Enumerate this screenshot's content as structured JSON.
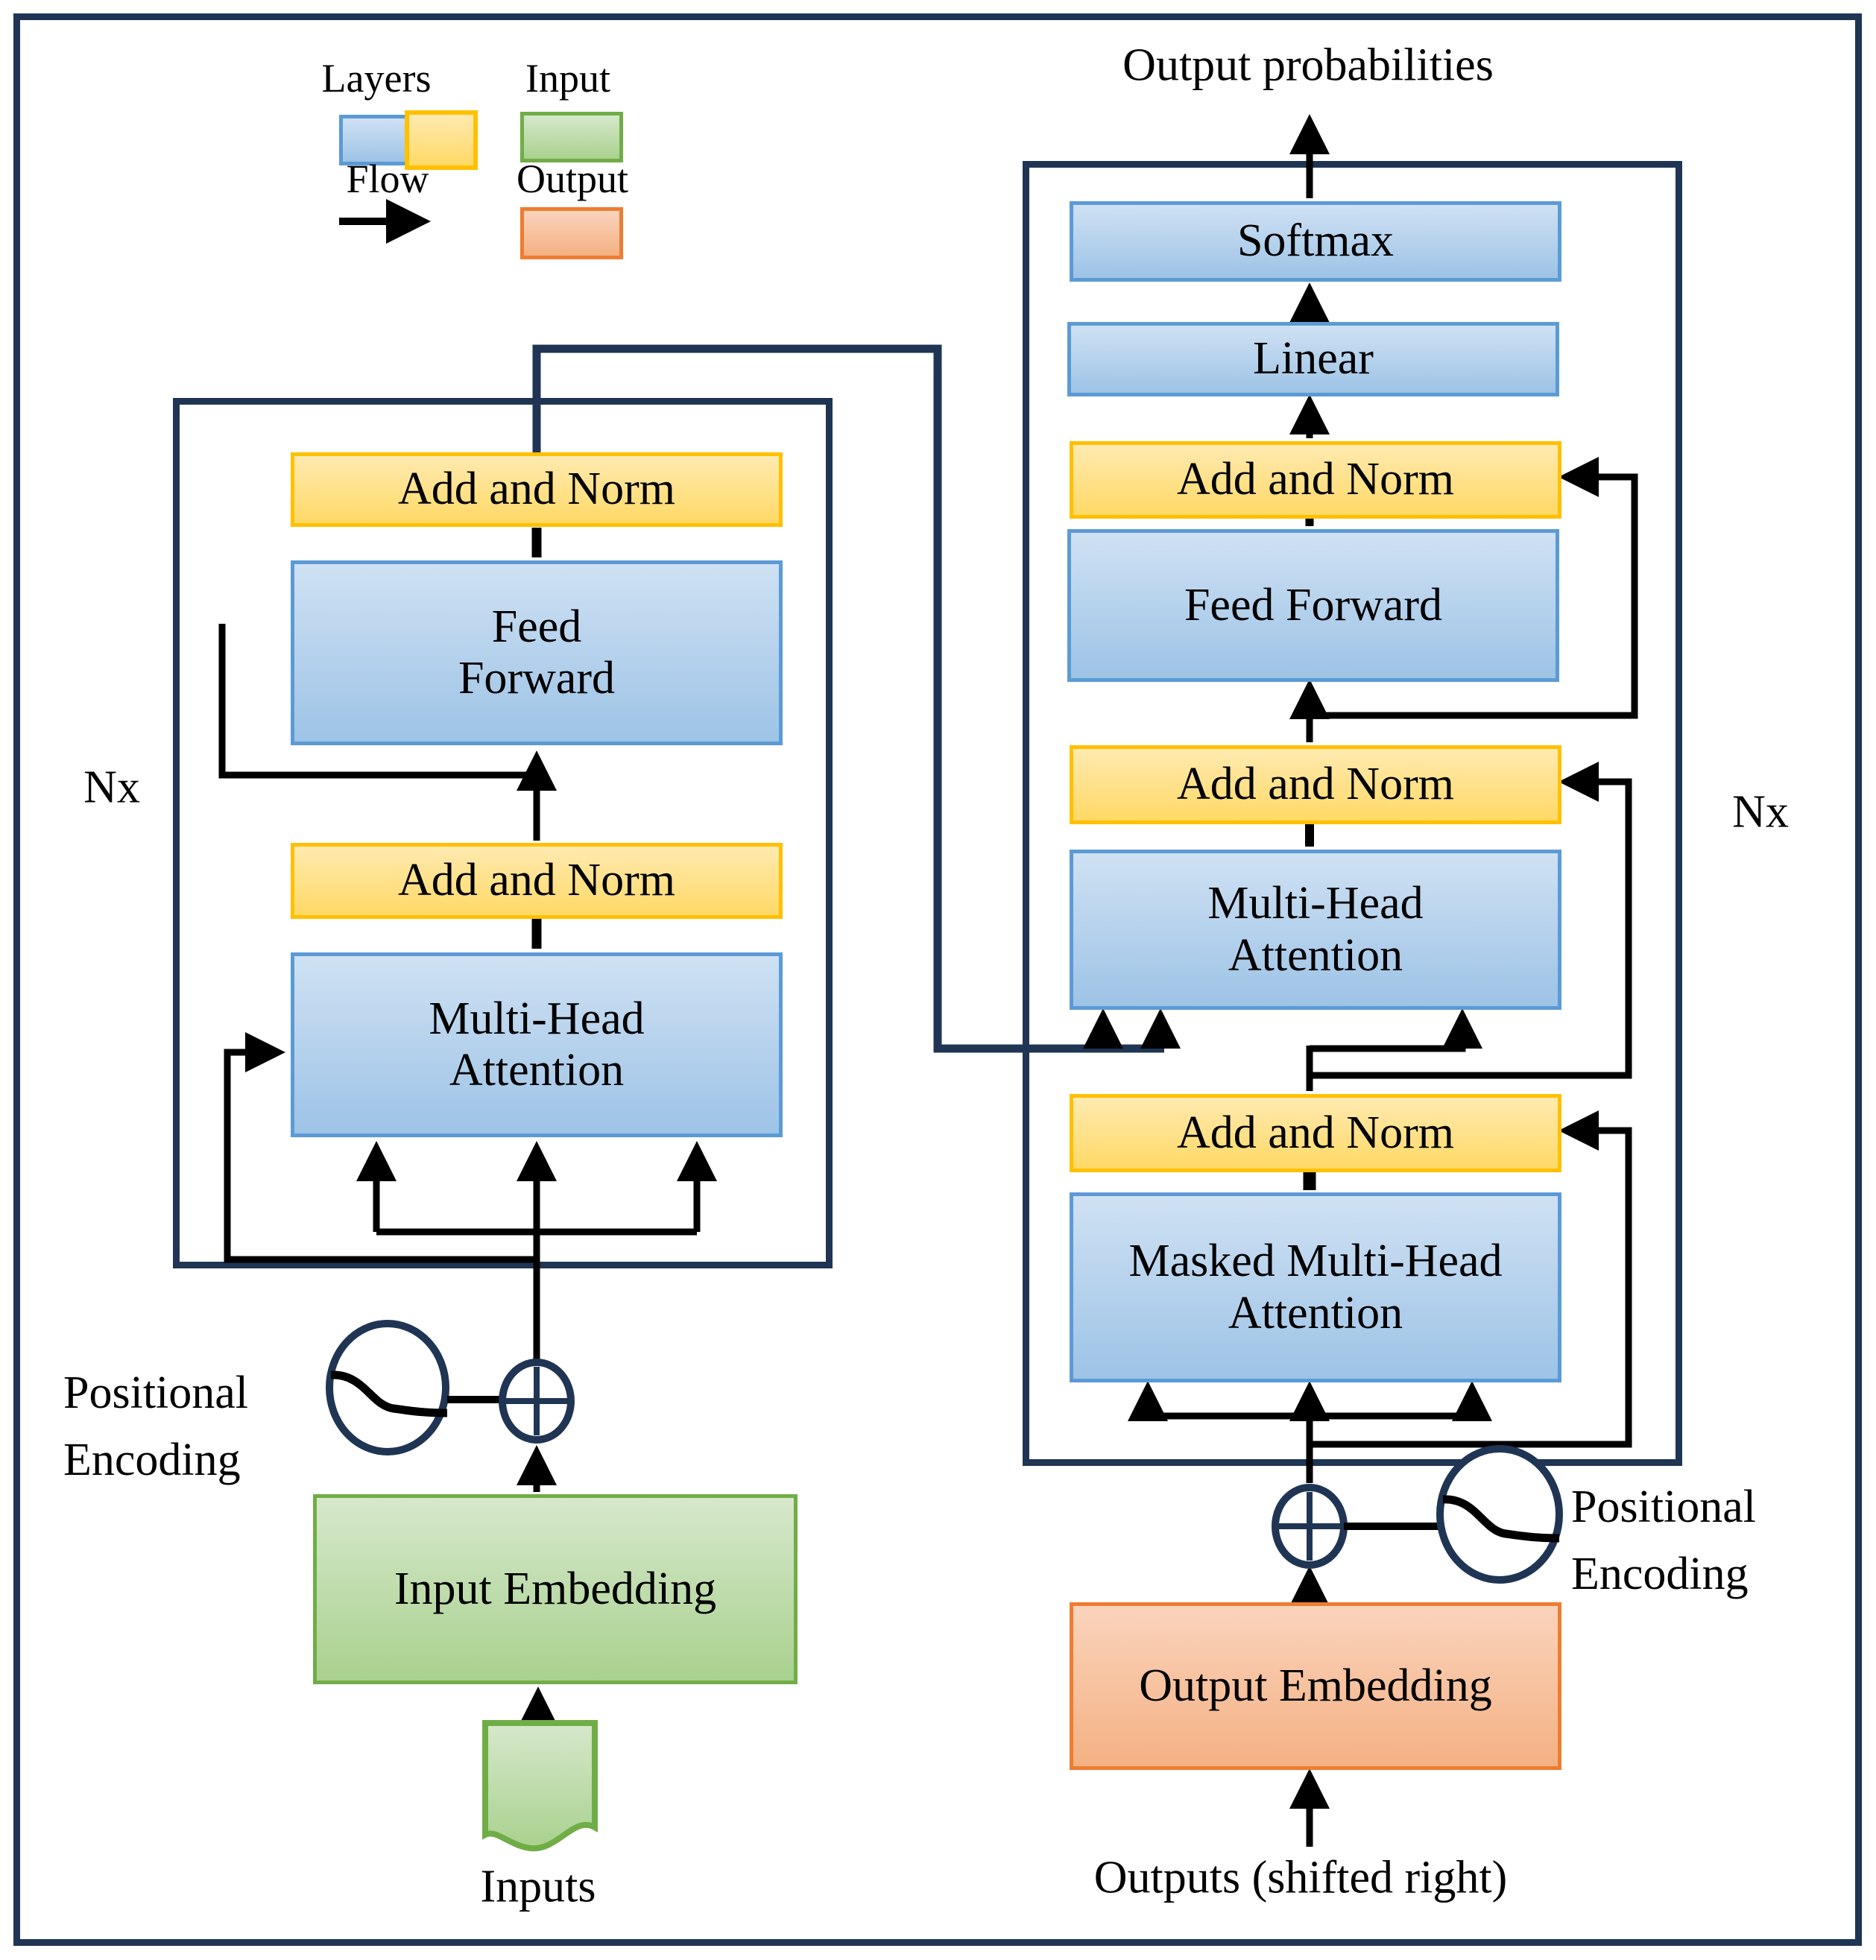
{
  "legend": {
    "layers_label": "Layers",
    "flow_label": "Flow",
    "input_label": "Input",
    "output_label": "Output"
  },
  "top": {
    "output_probabilities": "Output probabilities"
  },
  "encoder": {
    "nx": "Nx",
    "add_norm_top": "Add and Norm",
    "feed_forward_line1": "Feed",
    "feed_forward_line2": "Forward",
    "add_norm_bottom": "Add and Norm",
    "mha_line1": "Multi-Head",
    "mha_line2": "Attention",
    "positional_line1": "Positional",
    "positional_line2": "Encoding",
    "embedding": "Input Embedding",
    "inputs": "Inputs"
  },
  "decoder": {
    "nx": "Nx",
    "softmax": "Softmax",
    "linear": "Linear",
    "add_norm_a": "Add and Norm",
    "feed_forward": "Feed Forward",
    "add_norm_b": "Add and Norm",
    "mha_line1": "Multi-Head",
    "mha_line2": "Attention",
    "add_norm_c": "Add and Norm",
    "masked_mha_line1": "Masked Multi-Head",
    "masked_mha_line2": "Attention",
    "positional_line1": "Positional",
    "positional_line2": "Encoding",
    "embedding": "Output Embedding",
    "outputs": "Outputs (shifted right)"
  },
  "colors": {
    "navy_border": "#1f3553",
    "flow_black": "#000000",
    "layer_blue_border": "#5B9BD5",
    "layer_blue_fill": "#9dc3e6",
    "layer_yellow_border": "#FFC000",
    "layer_yellow_fill": "#ffd966",
    "input_green_border": "#70AD47",
    "input_green_fill": "#a9d18e",
    "output_orange_border": "#ED7D31",
    "output_orange_fill": "#f4b183"
  }
}
